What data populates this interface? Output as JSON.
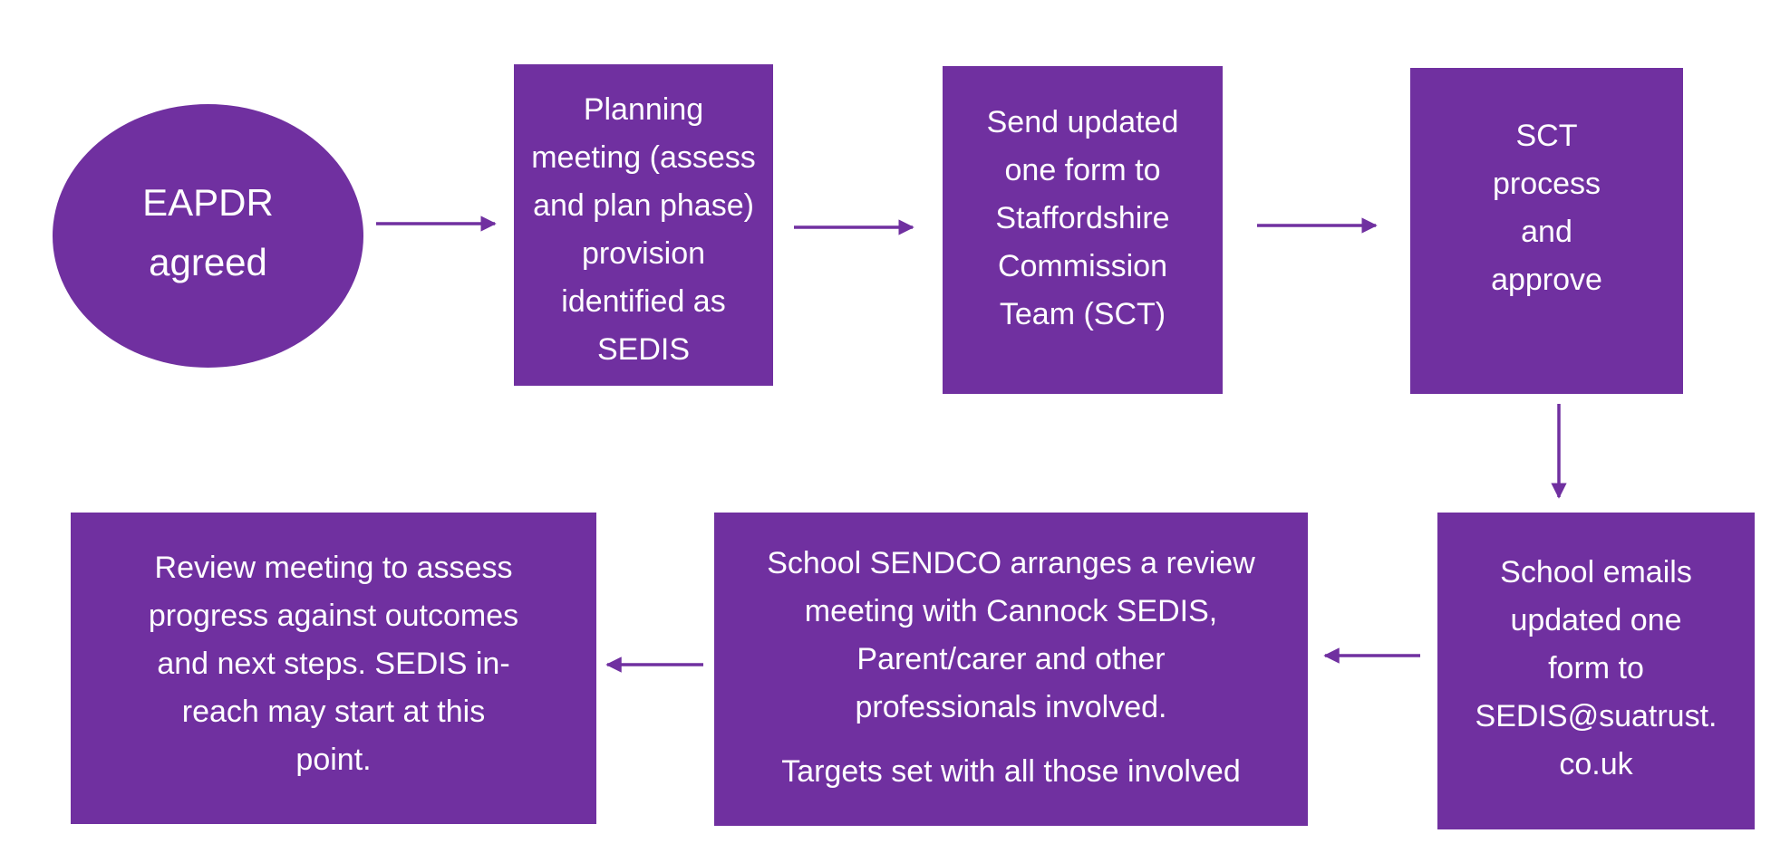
{
  "colors": {
    "node_fill": "#7030a0",
    "text": "#ffffff",
    "arrow": "#7030a0",
    "background": "#ffffff"
  },
  "nodes": {
    "eapdr": {
      "lines": [
        "EAPDR",
        "agreed"
      ]
    },
    "planning": {
      "lines": [
        "Planning",
        "meeting (assess",
        "and plan phase)",
        "provision",
        "identified as",
        "SEDIS"
      ]
    },
    "send_form": {
      "lines": [
        "Send updated",
        "one form to",
        "Staffordshire",
        "Commission",
        "Team (SCT)"
      ]
    },
    "sct": {
      "lines": [
        "SCT",
        "process",
        "and",
        "approve"
      ]
    },
    "school_emails": {
      "lines": [
        "School emails",
        "updated one",
        "form to",
        "SEDIS@suatrust.",
        "co.uk"
      ]
    },
    "sendco": {
      "lines": [
        "School SENDCO arranges a review",
        "meeting with Cannock SEDIS,",
        "Parent/carer and other",
        "professionals involved."
      ],
      "targets": "Targets set with all those involved"
    },
    "review": {
      "lines": [
        "Review meeting to assess",
        "progress against outcomes",
        "and next steps. SEDIS in-",
        "reach may start at this",
        "point."
      ]
    }
  }
}
